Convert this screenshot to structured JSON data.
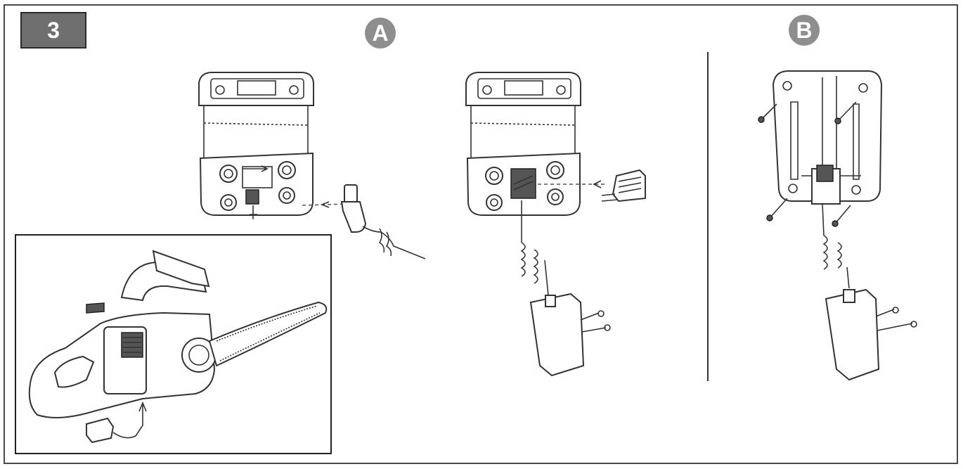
{
  "step": {
    "number": "3"
  },
  "sections": [
    {
      "id": "A",
      "label": "A"
    },
    {
      "id": "B",
      "label": "B"
    }
  ],
  "colors": {
    "step_box": "#6f6f6f",
    "badge": "#8e8e8e",
    "lines": "#333333"
  }
}
